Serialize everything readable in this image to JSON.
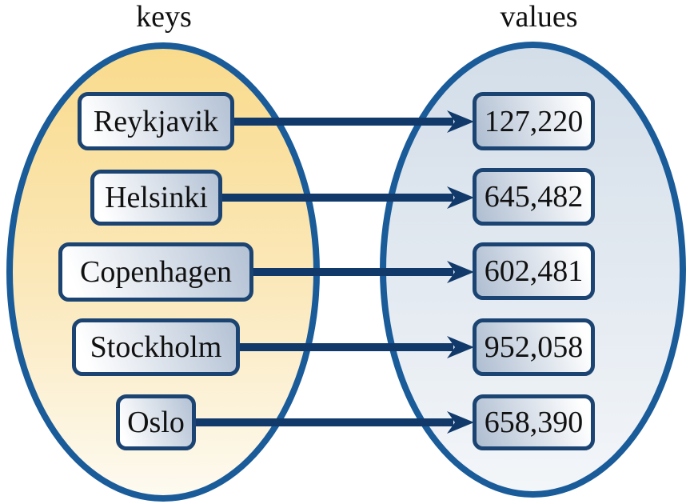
{
  "diagram": {
    "type": "key-value mapping (dictionary) diagram",
    "left_set_label": "keys",
    "right_set_label": "values",
    "entries": [
      {
        "key": "Reykjavik",
        "value": "127,220"
      },
      {
        "key": "Helsinki",
        "value": "645,482"
      },
      {
        "key": "Copenhagen",
        "value": "602,481"
      },
      {
        "key": "Stockholm",
        "value": "952,058"
      },
      {
        "key": "Oslo",
        "value": "658,390"
      }
    ],
    "colors": {
      "ellipse_border": "#1a5b99",
      "node_border": "#1b4473",
      "arrow": "#113a6b",
      "keys_ellipse_top": "#f9db8c",
      "keys_ellipse_bottom": "#fdfaf0",
      "values_ellipse_top": "#d3dee9",
      "values_ellipse_bottom": "#f3f6f9",
      "node_shade": "#b4c2d5",
      "node_light": "#ffffff",
      "text": "#111111",
      "background": "#ffffff"
    }
  }
}
